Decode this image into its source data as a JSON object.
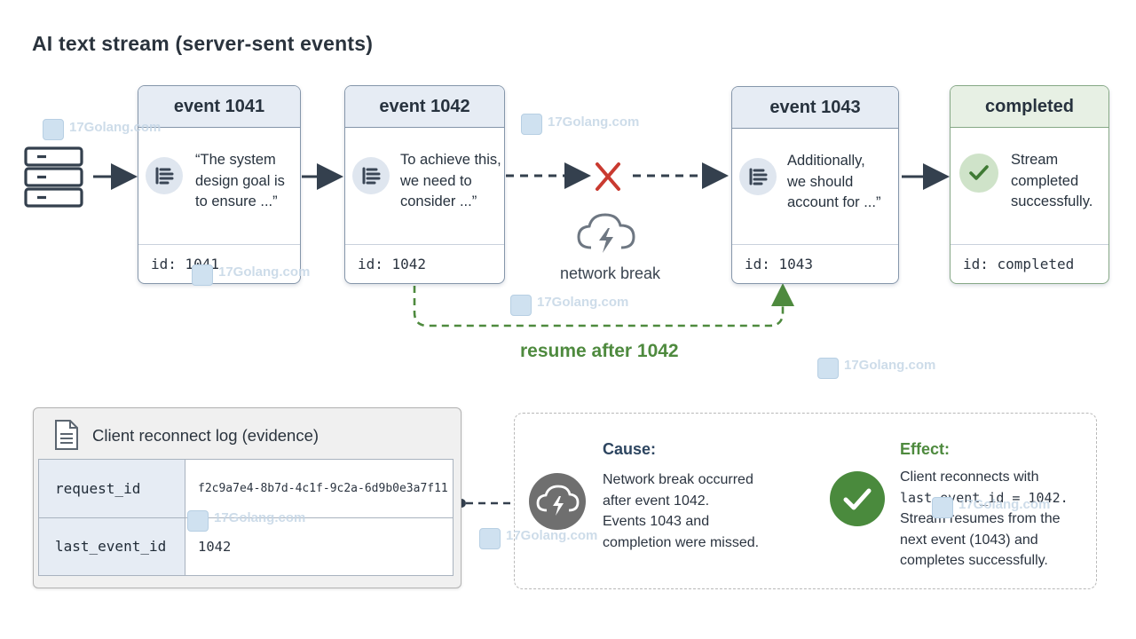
{
  "title": "AI text stream (server-sent events)",
  "events": [
    {
      "header": "event 1041",
      "lines": [
        "“The system",
        "design goal is",
        "to ensure ...”"
      ],
      "id_label": "id: 1041",
      "icon": "document-lines-icon"
    },
    {
      "header": "event 1042",
      "lines": [
        "To achieve this,",
        "we need to",
        "consider ...”"
      ],
      "id_label": "id: 1042",
      "icon": "document-lines-icon"
    },
    {
      "header": "event 1043",
      "lines": [
        "Additionally,",
        "we should",
        "account for ...”"
      ],
      "id_label": "id: 1043",
      "icon": "document-lines-icon"
    },
    {
      "header": "completed",
      "lines": [
        "Stream",
        "completed",
        "successfully."
      ],
      "id_label": "id: completed",
      "icon": "check-icon"
    }
  ],
  "network_break_label": "network break",
  "resume_label": "resume after 1042",
  "log": {
    "title": "Client reconnect log (evidence)",
    "rows": [
      {
        "key": "request_id",
        "value": "f2c9a7e4-8b7d-4c1f-9c2a-6d9b0e3a7f11"
      },
      {
        "key": "last_event_id",
        "value": "1042"
      }
    ]
  },
  "cause": {
    "heading": "Cause:",
    "lines": [
      "Network break occurred",
      "after event 1042.",
      "Events 1043 and",
      "completion were missed."
    ]
  },
  "effect": {
    "heading": "Effect:",
    "lines": [
      "Client reconnects with",
      "last_event_id = 1042.",
      "Stream resumes from the",
      "next event (1043) and",
      "completes successfully."
    ]
  },
  "watermark": "17Golang.com",
  "colors": {
    "green": "#4e8a3e",
    "red": "#c93a30",
    "slate": "#34404e"
  }
}
